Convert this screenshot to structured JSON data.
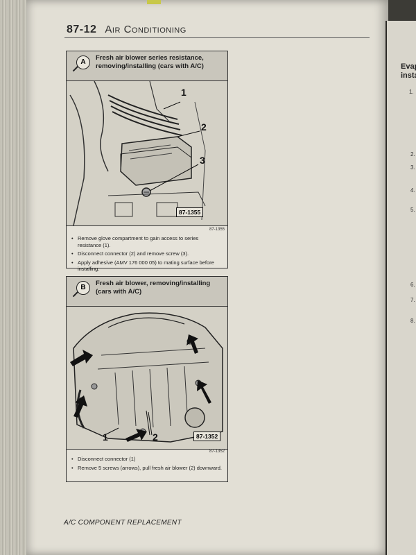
{
  "header": {
    "page_number": "87-12",
    "section_title": "Air Conditioning"
  },
  "panel_a": {
    "letter": "A",
    "title": "Fresh air blower series resistance, removing/installing (cars with A/C)",
    "callouts": [
      "1",
      "2",
      "3"
    ],
    "figure_label": "87-1355",
    "figure_ref": "87-1355",
    "steps": [
      "Remove glove compartment to gain access to series resistance (1).",
      "Disconnect connector (2) and remove screw (3).",
      "Apply adhesive (AMV 176 000 05) to mating surface before installing."
    ]
  },
  "panel_b": {
    "letter": "B",
    "title": "Fresh air blower, removing/installing (cars with A/C)",
    "callouts": [
      "1",
      "2"
    ],
    "figure_label": "87-1352",
    "figure_ref": "87-1352",
    "steps": [
      "Disconnect connector (1)",
      "Remove 5 screws (arrows), pull fresh air blower (2) downward."
    ]
  },
  "footer": {
    "text": "A/C COMPONENT REPLACEMENT"
  },
  "right_page": {
    "title_line1": "Evap",
    "title_line2": "insta",
    "step_numbers": [
      "1.",
      "2.",
      "3.",
      "4.",
      "5.",
      "6.",
      "7.",
      "8."
    ]
  }
}
